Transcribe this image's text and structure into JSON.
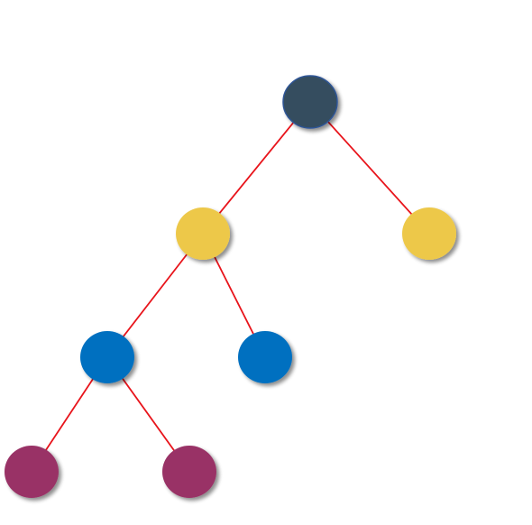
{
  "diagram": {
    "type": "binary-tree",
    "edge_color": "#e8141b",
    "node_colors": {
      "root": "#344e5f",
      "level1": "#edc84a",
      "level2": "#0070c0",
      "level3": "#993366"
    },
    "root_outline_color": "#2f5596",
    "nodes": [
      {
        "id": "root",
        "level": 0,
        "color_key": "root"
      },
      {
        "id": "l1-left",
        "level": 1,
        "color_key": "level1",
        "parent": "root"
      },
      {
        "id": "l1-right",
        "level": 1,
        "color_key": "level1",
        "parent": "root"
      },
      {
        "id": "l2-left",
        "level": 2,
        "color_key": "level2",
        "parent": "l1-left"
      },
      {
        "id": "l2-right",
        "level": 2,
        "color_key": "level2",
        "parent": "l1-left"
      },
      {
        "id": "l3-left",
        "level": 3,
        "color_key": "level3",
        "parent": "l2-left"
      },
      {
        "id": "l3-right",
        "level": 3,
        "color_key": "level3",
        "parent": "l2-left"
      }
    ]
  }
}
